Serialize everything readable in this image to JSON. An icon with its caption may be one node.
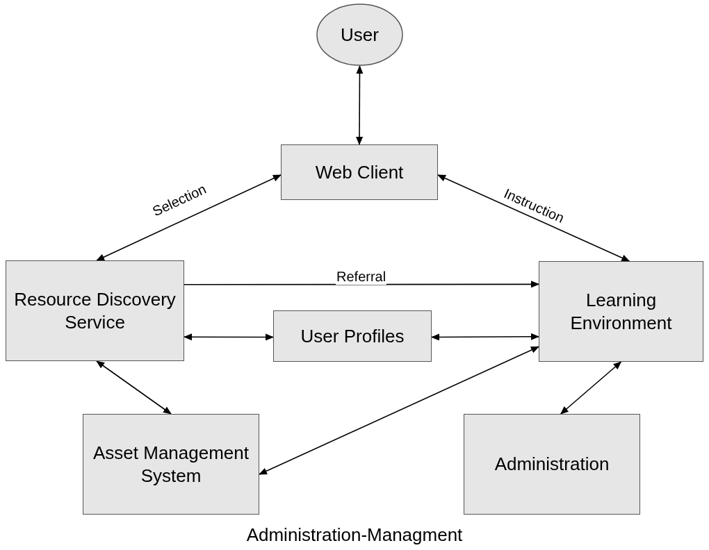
{
  "diagram": {
    "caption": "Administration-Managment",
    "nodes": [
      {
        "text": [
          "User"
        ]
      },
      {
        "text": [
          "Web Client"
        ]
      },
      {
        "text": [
          "Resource Discovery Service"
        ]
      },
      {
        "text": [
          "Learning Environment"
        ]
      },
      {
        "text": [
          "User Profiles"
        ]
      },
      {
        "text": [
          "Asset Management System"
        ]
      },
      {
        "text": [
          "Administration"
        ]
      }
    ],
    "edges": [
      {
        "from": 0,
        "to": 1,
        "arrow": "both"
      },
      {
        "from": 1,
        "to": 2,
        "arrow": "both",
        "label": "Selection"
      },
      {
        "from": 1,
        "to": 3,
        "arrow": "both",
        "label": "Instruction"
      },
      {
        "from": 2,
        "to": 3,
        "arrow": "to",
        "label": "Referral"
      },
      {
        "from": 2,
        "to": 4,
        "arrow": "both"
      },
      {
        "from": 4,
        "to": 3,
        "arrow": "both"
      },
      {
        "from": 2,
        "to": 5,
        "arrow": "both"
      },
      {
        "from": 5,
        "to": 3,
        "arrow": "both"
      },
      {
        "from": 3,
        "to": 6,
        "arrow": "both"
      }
    ]
  }
}
